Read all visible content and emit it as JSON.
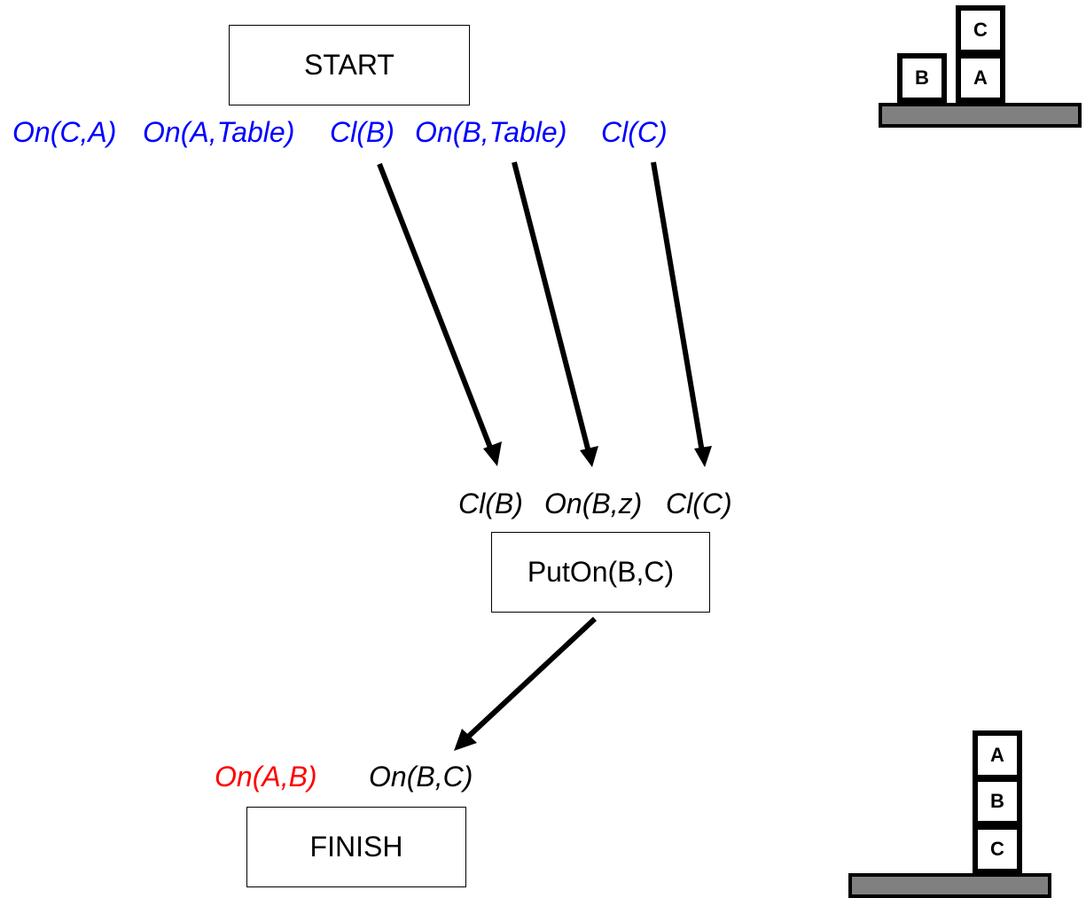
{
  "nodes": {
    "start": "START",
    "action": "PutOn(B,C)",
    "finish": "FINISH"
  },
  "start_effects": [
    "On(C,A)",
    "On(A,Table)",
    "Cl(B)",
    "On(B,Table)",
    "Cl(C)"
  ],
  "action_preconditions": [
    "Cl(B)",
    "On(B,z)",
    "Cl(C)"
  ],
  "finish_goals": {
    "open": "On(A,B)",
    "achieved": "On(B,C)"
  },
  "initial_state": {
    "blocks": [
      "C",
      "B",
      "A"
    ]
  },
  "goal_state": {
    "blocks": [
      "A",
      "B",
      "C"
    ]
  },
  "colors": {
    "start_effects": "#0000ff",
    "preconditions": "#000000",
    "open_goal": "#ff0000",
    "table": "#808080"
  }
}
